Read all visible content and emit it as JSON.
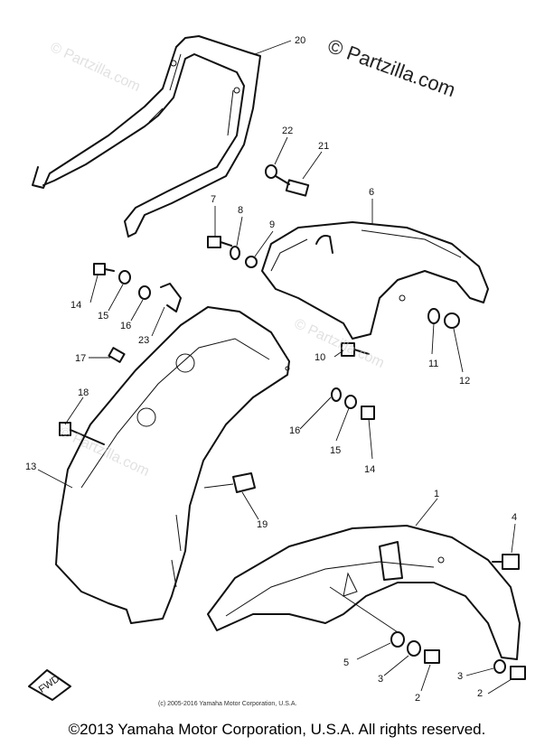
{
  "watermark": {
    "main": "© Partzilla.com",
    "faint": "© Partzilla.com"
  },
  "diagram_copyright": "(c) 2005-2016 Yamaha Motor Corporation, U.S.A.",
  "footer_copyright": "©2013 Yamaha Motor Corporation, U.S.A. All rights reserved.",
  "fwd_label": "FWD",
  "callouts": {
    "c1": "1",
    "c2a": "2",
    "c2b": "2",
    "c3a": "3",
    "c3b": "3",
    "c4": "4",
    "c5": "5",
    "c6": "6",
    "c7": "7",
    "c8": "8",
    "c9": "9",
    "c10": "10",
    "c11": "11",
    "c12": "12",
    "c13": "13",
    "c14a": "14",
    "c14b": "14",
    "c15a": "15",
    "c15b": "15",
    "c16a": "16",
    "c16b": "16",
    "c17": "17",
    "c18": "18",
    "c19": "19",
    "c20": "20",
    "c21": "21",
    "c22": "22",
    "c23": "23"
  }
}
